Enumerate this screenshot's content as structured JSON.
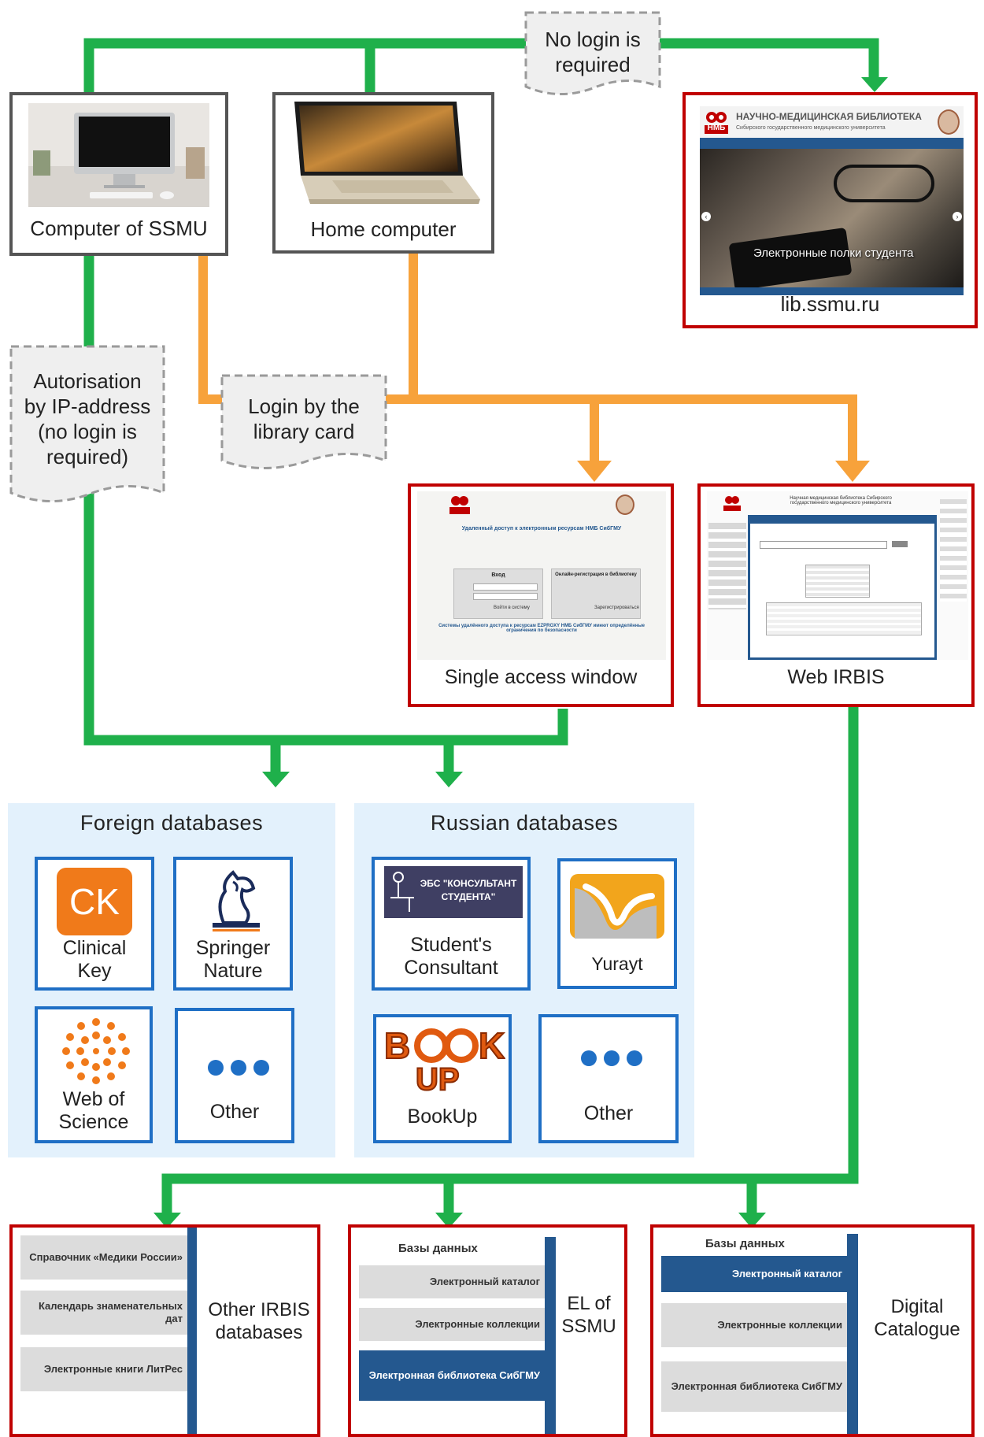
{
  "notes": {
    "no_login": "No login is\nrequired",
    "ip_auth": "Autorisation\nby IP-address\n(no login is\nrequired)",
    "library_card": "Login by the\nlibrary card"
  },
  "computers": {
    "ssmu": "Computer of SSMU",
    "home": "Home computer"
  },
  "site": {
    "caption": "lib.ssmu.ru",
    "logo_abbr": "НМБ",
    "name": "НАУЧНО-МЕДИЦИНСКАЯ БИБЛИОТЕКА",
    "subtitle": "Сибирского государственного медицинского университета",
    "banner_text": "Электронные полки студента"
  },
  "single_access": {
    "caption": "Single access window",
    "heading": "Удаленный доступ к электронным ресурсам НМБ СибГМУ",
    "login_label": "Вход",
    "register_label": "Онлайн-регистрация в библиотеку",
    "login_button": "Войти в систему",
    "register_button": "Зарегистрироваться",
    "footer_heading": "Системы удалённого доступа к ресурсам EZPROXY НМБ СибГМУ имеют определённые ограничения по безопасности"
  },
  "web_irbis": {
    "caption": "Web IRBIS",
    "logo_abbr": "НМБ",
    "header": "Научная медицинская библиотека Сибирского государственного медицинского университета"
  },
  "foreign": {
    "title": "Foreign databases",
    "items": [
      {
        "label": "Clinical\nKey",
        "logo_text": "CK"
      },
      {
        "label": "Springer\nNature"
      },
      {
        "label": "Web of\nScience"
      },
      {
        "label": "Other"
      }
    ]
  },
  "russian": {
    "title": "Russian databases",
    "items": [
      {
        "label": "Student's\nConsultant",
        "logo_text": "ЭБС \"КОНСУЛЬТАНТ СТУДЕНТА\""
      },
      {
        "label": "Yurayt"
      },
      {
        "label": "BookUp",
        "logo_text": "BOOK UP"
      },
      {
        "label": "Other"
      }
    ]
  },
  "bottom": {
    "other_irbis": {
      "label": "Other IRBIS\ndatabases",
      "items": [
        "Справочник «Медики России»",
        "Календарь знаменательных дат",
        "Электронные книги ЛитРес"
      ]
    },
    "el_ssmu": {
      "label": "EL of\nSSMU",
      "head": "Базы данных",
      "items": [
        "Электронный каталог",
        "Электронные коллекции",
        "Электронная библиотека СибГМУ"
      ]
    },
    "digital_catalogue": {
      "label": "Digital\nCatalogue",
      "head": "Базы данных",
      "items": [
        "Электронный каталог",
        "Электронные коллекции",
        "Электронная библиотека СибГМУ"
      ]
    }
  },
  "colors": {
    "green": "#1fb04b",
    "orange": "#f7a23b",
    "red": "#c00000",
    "blue": "#1f6fc5",
    "gray_border": "#555555",
    "panel": "#e3f1fc"
  }
}
